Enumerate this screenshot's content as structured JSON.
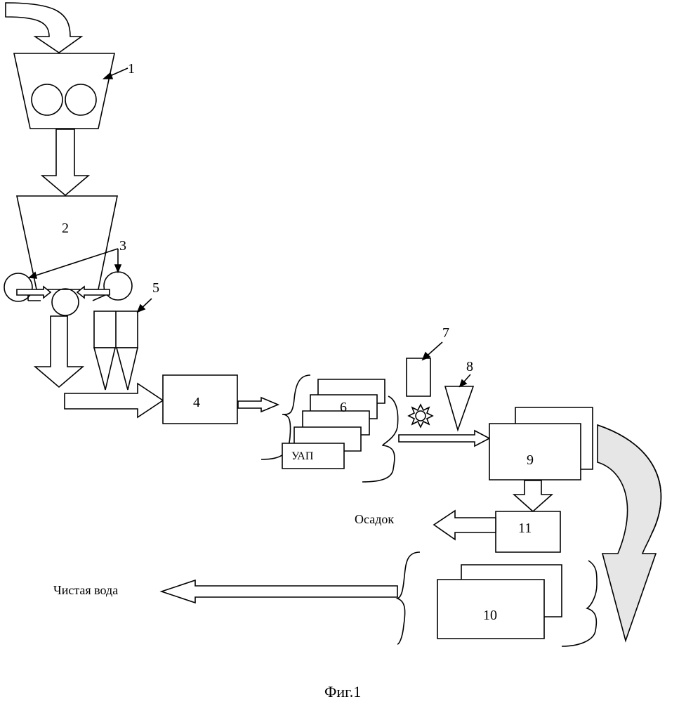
{
  "labels": {
    "crusher": "1",
    "hopper": "2",
    "rollers": "3",
    "mixer": "4",
    "dosing_bins": "5",
    "filter_stack": "6",
    "unit_7": "7",
    "unit_8": "8",
    "reactor": "9",
    "final_tank": "10",
    "settler": "11",
    "uap": "УАП",
    "sediment": "Осадок",
    "clean_water": "Чистая вода",
    "caption": "Фиг.1"
  },
  "colors": {
    "stroke": "#000000",
    "background": "#ffffff",
    "recycle_arrow_fill": "#e6e6e6"
  }
}
